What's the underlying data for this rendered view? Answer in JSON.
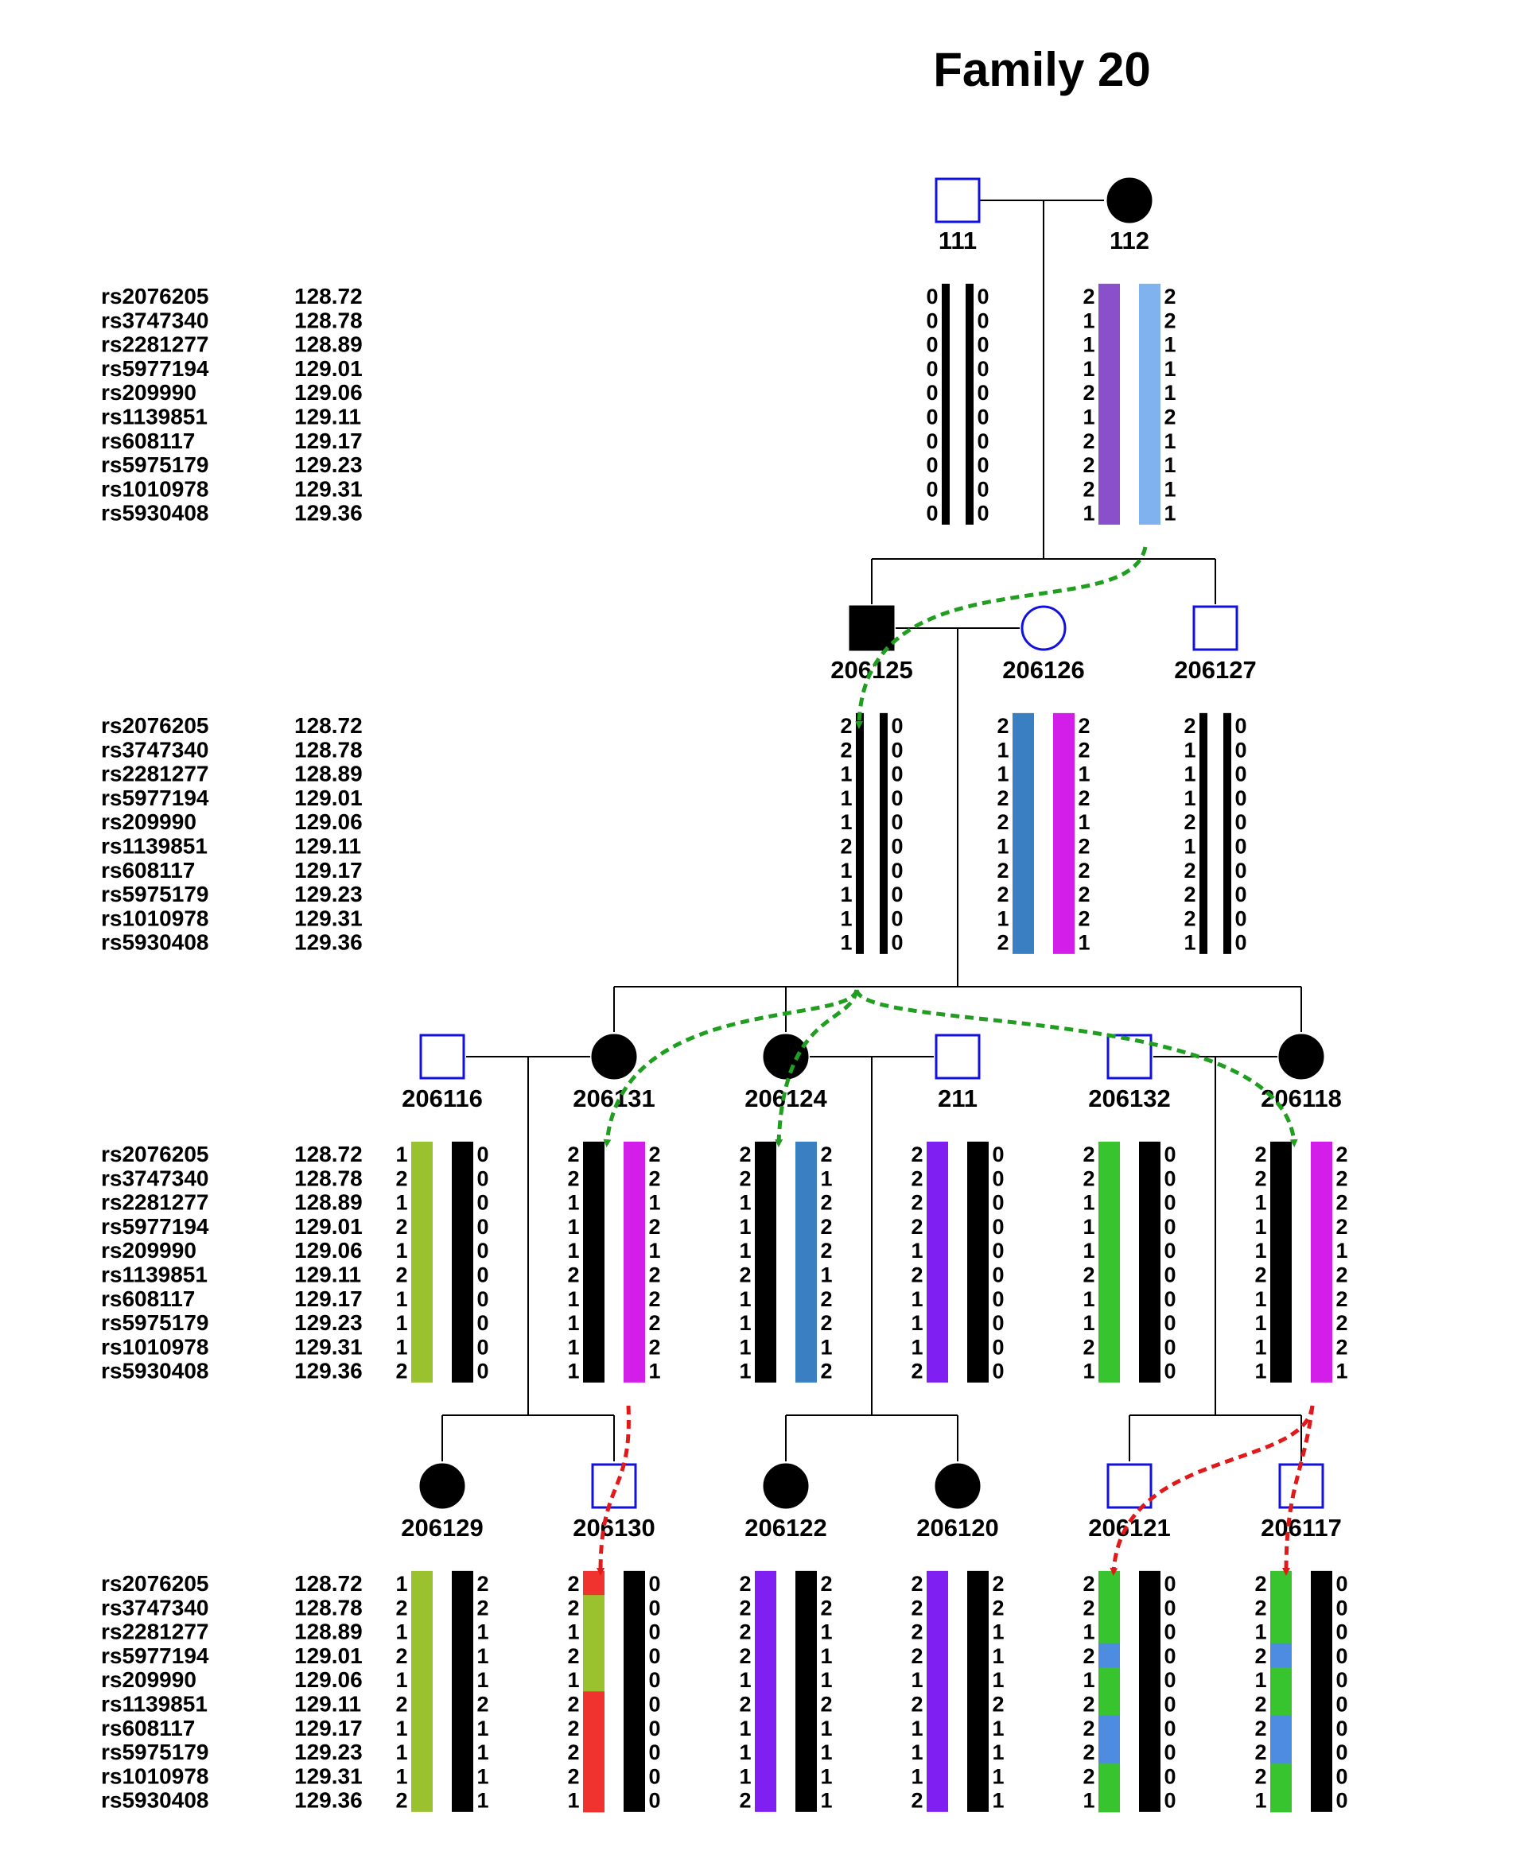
{
  "title": "Family 20",
  "markers": [
    {
      "id": "rs2076205",
      "pos": "128.72"
    },
    {
      "id": "rs3747340",
      "pos": "128.78"
    },
    {
      "id": "rs2281277",
      "pos": "128.89"
    },
    {
      "id": "rs5977194",
      "pos": "129.01"
    },
    {
      "id": "rs209990",
      "pos": "129.06"
    },
    {
      "id": "rs1139851",
      "pos": "129.11"
    },
    {
      "id": "rs608117",
      "pos": "129.17"
    },
    {
      "id": "rs5975179",
      "pos": "129.23"
    },
    {
      "id": "rs1010978",
      "pos": "129.31"
    },
    {
      "id": "rs5930408",
      "pos": "129.36"
    }
  ],
  "colors": {
    "symbol_outline": "#1010e0",
    "affected_fill": "#000000",
    "black": "#000000",
    "purple": "#8a4fcb",
    "light_blue": "#7fb2ee",
    "steel_blue": "#3a7fc1",
    "magenta": "#d21ee8",
    "yellow_green": "#9ac22e",
    "violet": "#7f1ff2",
    "green": "#38c42e",
    "red": "#f0332f",
    "mid_blue": "#4d8ce0",
    "green_arrow": "#1f9e1f",
    "red_arrow": "#e01a1a"
  },
  "individuals": [
    {
      "id": "111",
      "sex": "male",
      "affected": false,
      "left": {
        "alleles": [
          "0",
          "0",
          "0",
          "0",
          "0",
          "0",
          "0",
          "0",
          "0",
          "0"
        ],
        "color": "black"
      },
      "right": {
        "alleles": [
          "0",
          "0",
          "0",
          "0",
          "0",
          "0",
          "0",
          "0",
          "0",
          "0"
        ],
        "color": "black"
      }
    },
    {
      "id": "112",
      "sex": "female",
      "affected": true,
      "left": {
        "alleles": [
          "2",
          "1",
          "1",
          "1",
          "2",
          "1",
          "2",
          "2",
          "2",
          "1"
        ],
        "color": "purple"
      },
      "right": {
        "alleles": [
          "2",
          "2",
          "1",
          "1",
          "1",
          "2",
          "1",
          "1",
          "1",
          "1"
        ],
        "color": "light_blue"
      }
    },
    {
      "id": "206125",
      "sex": "male",
      "affected": true,
      "left": {
        "alleles": [
          "2",
          "2",
          "1",
          "1",
          "1",
          "2",
          "1",
          "1",
          "1",
          "1"
        ],
        "color": "black"
      },
      "right": {
        "alleles": [
          "0",
          "0",
          "0",
          "0",
          "0",
          "0",
          "0",
          "0",
          "0",
          "0"
        ],
        "color": "black"
      }
    },
    {
      "id": "206126",
      "sex": "female",
      "affected": false,
      "left": {
        "alleles": [
          "2",
          "1",
          "1",
          "2",
          "2",
          "1",
          "2",
          "2",
          "1",
          "2"
        ],
        "color": "steel_blue"
      },
      "right": {
        "alleles": [
          "2",
          "2",
          "1",
          "2",
          "1",
          "2",
          "2",
          "2",
          "2",
          "1"
        ],
        "color": "magenta"
      }
    },
    {
      "id": "206127",
      "sex": "male",
      "affected": false,
      "left": {
        "alleles": [
          "2",
          "1",
          "1",
          "1",
          "2",
          "1",
          "2",
          "2",
          "2",
          "1"
        ],
        "color": "black"
      },
      "right": {
        "alleles": [
          "0",
          "0",
          "0",
          "0",
          "0",
          "0",
          "0",
          "0",
          "0",
          "0"
        ],
        "color": "black"
      }
    },
    {
      "id": "206116",
      "sex": "male",
      "affected": false,
      "left": {
        "alleles": [
          "1",
          "2",
          "1",
          "2",
          "1",
          "2",
          "1",
          "1",
          "1",
          "2"
        ],
        "color": "yellow_green"
      },
      "right": {
        "alleles": [
          "0",
          "0",
          "0",
          "0",
          "0",
          "0",
          "0",
          "0",
          "0",
          "0"
        ],
        "color": "black"
      }
    },
    {
      "id": "206131",
      "sex": "female",
      "affected": true,
      "left": {
        "alleles": [
          "2",
          "2",
          "1",
          "1",
          "1",
          "2",
          "1",
          "1",
          "1",
          "1"
        ],
        "color": "black"
      },
      "right": {
        "alleles": [
          "2",
          "2",
          "1",
          "2",
          "1",
          "2",
          "2",
          "2",
          "2",
          "1"
        ],
        "color": "magenta"
      }
    },
    {
      "id": "206124",
      "sex": "female",
      "affected": true,
      "left": {
        "alleles": [
          "2",
          "2",
          "1",
          "1",
          "1",
          "2",
          "1",
          "1",
          "1",
          "1"
        ],
        "color": "black"
      },
      "right": {
        "alleles": [
          "2",
          "1",
          "2",
          "2",
          "2",
          "1",
          "2",
          "2",
          "1",
          "2"
        ],
        "color": "steel_blue"
      }
    },
    {
      "id": "211",
      "sex": "male",
      "affected": false,
      "left": {
        "alleles": [
          "2",
          "2",
          "2",
          "2",
          "1",
          "2",
          "1",
          "1",
          "1",
          "2"
        ],
        "color": "violet"
      },
      "right": {
        "alleles": [
          "0",
          "0",
          "0",
          "0",
          "0",
          "0",
          "0",
          "0",
          "0",
          "0"
        ],
        "color": "black"
      }
    },
    {
      "id": "206132",
      "sex": "male",
      "affected": false,
      "left": {
        "alleles": [
          "2",
          "2",
          "1",
          "1",
          "1",
          "2",
          "1",
          "1",
          "2",
          "1"
        ],
        "color": "green"
      },
      "right": {
        "alleles": [
          "0",
          "0",
          "0",
          "0",
          "0",
          "0",
          "0",
          "0",
          "0",
          "0"
        ],
        "color": "black"
      }
    },
    {
      "id": "206118",
      "sex": "female",
      "affected": true,
      "left": {
        "alleles": [
          "2",
          "2",
          "1",
          "1",
          "1",
          "2",
          "1",
          "1",
          "1",
          "1"
        ],
        "color": "black"
      },
      "right": {
        "alleles": [
          "2",
          "2",
          "2",
          "2",
          "1",
          "2",
          "2",
          "2",
          "2",
          "1"
        ],
        "color": "magenta"
      }
    },
    {
      "id": "206129",
      "sex": "female",
      "affected": true,
      "left": {
        "alleles": [
          "1",
          "2",
          "1",
          "2",
          "1",
          "2",
          "1",
          "1",
          "1",
          "2"
        ],
        "color": "yellow_green"
      },
      "right": {
        "alleles": [
          "2",
          "2",
          "1",
          "1",
          "1",
          "2",
          "1",
          "1",
          "1",
          "1"
        ],
        "color": "black"
      }
    },
    {
      "id": "206130",
      "sex": "male",
      "affected": false,
      "left": {
        "alleles": [
          "2",
          "2",
          "1",
          "2",
          "1",
          "2",
          "2",
          "2",
          "2",
          "1"
        ],
        "segments": [
          "red",
          "yellow_green",
          "yellow_green",
          "yellow_green",
          "yellow_green",
          "red",
          "red",
          "red",
          "red",
          "red"
        ]
      },
      "right": {
        "alleles": [
          "0",
          "0",
          "0",
          "0",
          "0",
          "0",
          "0",
          "0",
          "0",
          "0"
        ],
        "color": "black"
      }
    },
    {
      "id": "206122",
      "sex": "female",
      "affected": true,
      "left": {
        "alleles": [
          "2",
          "2",
          "2",
          "2",
          "1",
          "2",
          "1",
          "1",
          "1",
          "2"
        ],
        "color": "violet"
      },
      "right": {
        "alleles": [
          "2",
          "2",
          "1",
          "1",
          "1",
          "2",
          "1",
          "1",
          "1",
          "1"
        ],
        "color": "black"
      }
    },
    {
      "id": "206120",
      "sex": "female",
      "affected": true,
      "left": {
        "alleles": [
          "2",
          "2",
          "2",
          "2",
          "1",
          "2",
          "1",
          "1",
          "1",
          "2"
        ],
        "color": "violet"
      },
      "right": {
        "alleles": [
          "2",
          "2",
          "1",
          "1",
          "1",
          "2",
          "1",
          "1",
          "1",
          "1"
        ],
        "color": "black"
      }
    },
    {
      "id": "206121",
      "sex": "male",
      "affected": false,
      "left": {
        "alleles": [
          "2",
          "2",
          "1",
          "2",
          "1",
          "2",
          "2",
          "2",
          "2",
          "1"
        ],
        "segments": [
          "green",
          "green",
          "green",
          "mid_blue",
          "green",
          "green",
          "mid_blue",
          "mid_blue",
          "green",
          "green"
        ]
      },
      "right": {
        "alleles": [
          "0",
          "0",
          "0",
          "0",
          "0",
          "0",
          "0",
          "0",
          "0",
          "0"
        ],
        "color": "black"
      }
    },
    {
      "id": "206117",
      "sex": "male",
      "affected": false,
      "left": {
        "alleles": [
          "2",
          "2",
          "1",
          "2",
          "1",
          "2",
          "2",
          "2",
          "2",
          "1"
        ],
        "segments": [
          "green",
          "green",
          "green",
          "mid_blue",
          "green",
          "green",
          "mid_blue",
          "mid_blue",
          "green",
          "green"
        ]
      },
      "right": {
        "alleles": [
          "0",
          "0",
          "0",
          "0",
          "0",
          "0",
          "0",
          "0",
          "0",
          "0"
        ],
        "color": "black"
      }
    }
  ]
}
